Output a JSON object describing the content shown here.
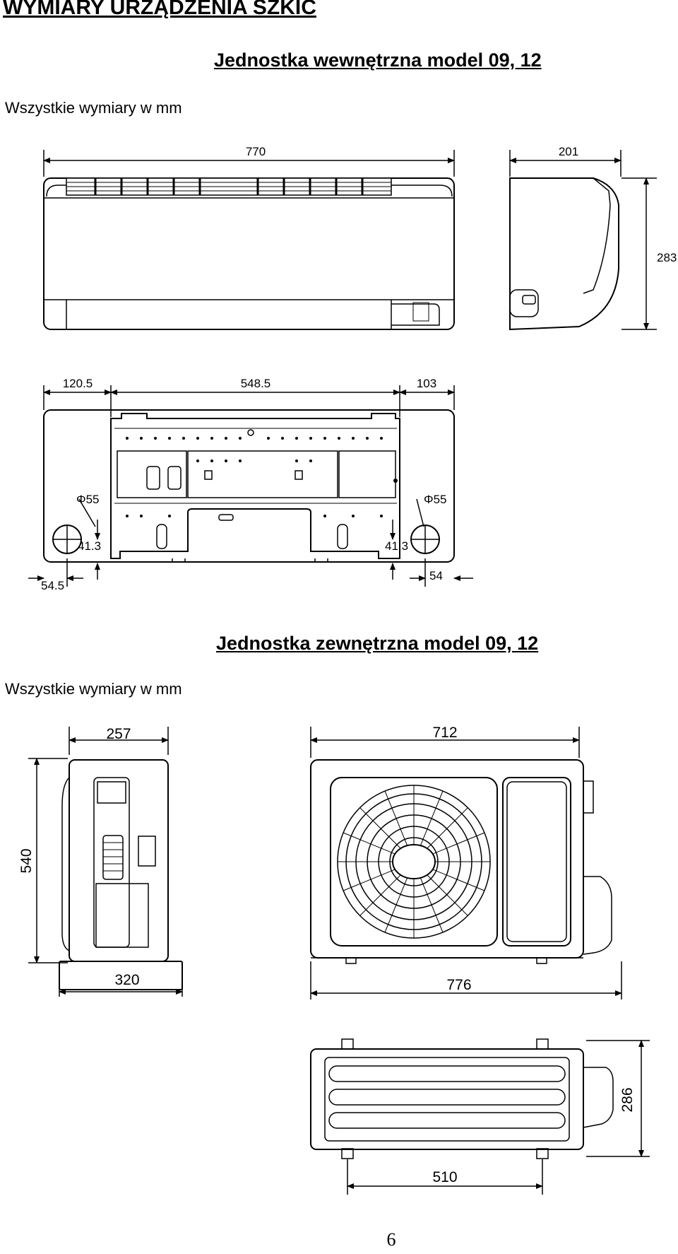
{
  "page_title": "WYMIARY URZĄDZENIA SZKIC",
  "indoor": {
    "title": "Jednostka wewnętrzna model 09, 12",
    "note": "Wszystkie wymiary w mm",
    "dims": {
      "width": "770",
      "depth": "201",
      "height": "283",
      "left_offset": "120.5",
      "mid_span": "548.5",
      "right_offset": "103",
      "hole_left": "Φ55",
      "hole_right": "Φ55",
      "hole_height_left": "41.3",
      "hole_height_right": "41.3",
      "hole_x_left": "54.5",
      "hole_x_right": "54"
    }
  },
  "outdoor": {
    "title": "Jednostka zewnętrzna model 09, 12",
    "note": "Wszystkie wymiary w mm",
    "dims": {
      "depth": "257",
      "height": "540",
      "base_depth": "320",
      "mount_span": "712",
      "width": "776",
      "base_span": "510",
      "top_depth": "286"
    }
  },
  "page_number": "6"
}
